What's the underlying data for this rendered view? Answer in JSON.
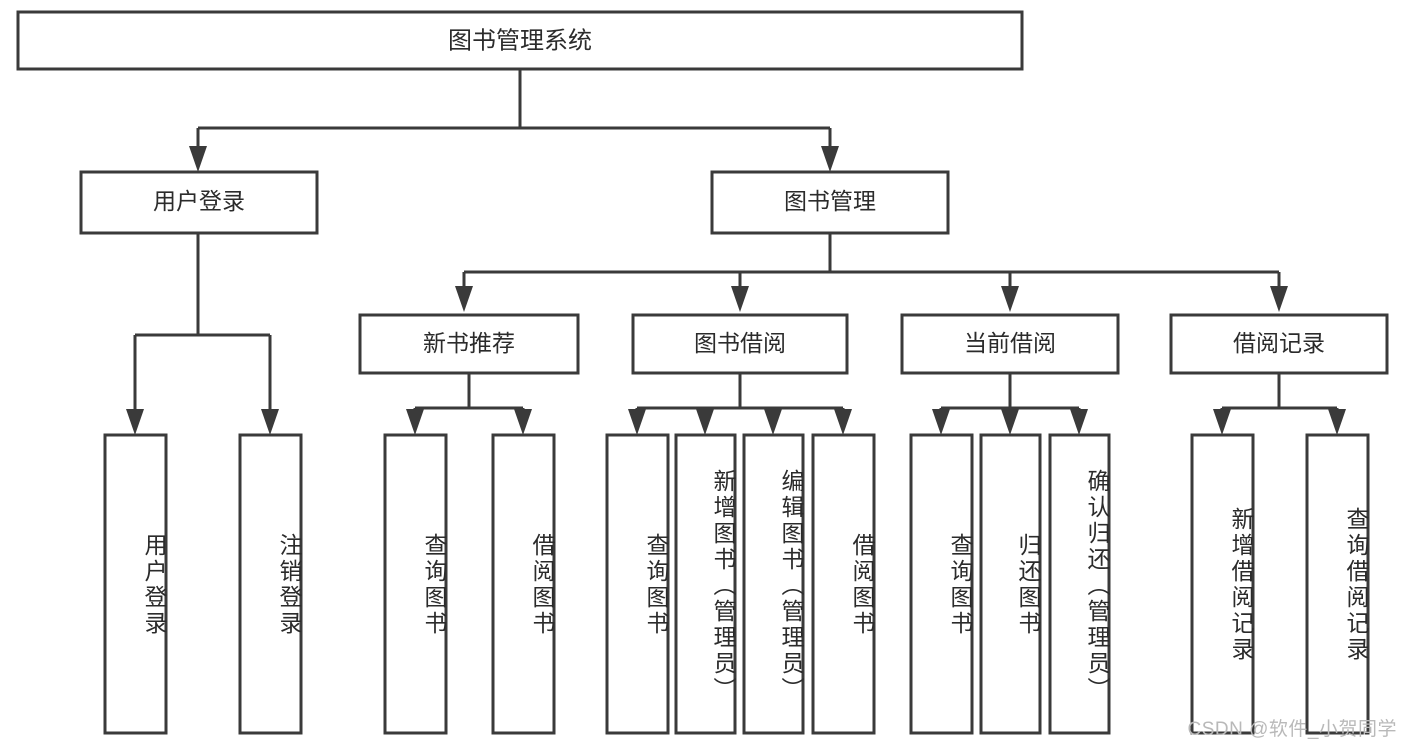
{
  "diagram": {
    "type": "tree-hierarchy",
    "title": "图书管理系统",
    "orientation": "top-down",
    "colors": {
      "box_stroke": "#3a3a3a",
      "box_fill": "#ffffff",
      "text": "#2b2b2b",
      "background": "#ffffff",
      "watermark": "#b9b9b9"
    },
    "root": {
      "label": "图书管理系统"
    },
    "level2": [
      {
        "label": "用户登录"
      },
      {
        "label": "图书管理"
      }
    ],
    "level3": [
      {
        "label": "新书推荐"
      },
      {
        "label": "图书借阅"
      },
      {
        "label": "当前借阅"
      },
      {
        "label": "借阅记录"
      }
    ],
    "leaves": {
      "user_login": [
        {
          "label": "用户登录"
        },
        {
          "label": "注销登录"
        }
      ],
      "new_book_recommend": [
        {
          "label": "查询图书"
        },
        {
          "label": "借阅图书"
        }
      ],
      "book_borrow": [
        {
          "label": "查询图书"
        },
        {
          "label": "新增图书（管理员）"
        },
        {
          "label": "编辑图书（管理员）"
        },
        {
          "label": "借阅图书"
        }
      ],
      "current_borrow": [
        {
          "label": "查询图书"
        },
        {
          "label": "归还图书"
        },
        {
          "label": "确认归还（管理员）"
        }
      ],
      "borrow_record": [
        {
          "label": "新增借阅记录"
        },
        {
          "label": "查询借阅记录"
        }
      ]
    }
  },
  "watermark": {
    "text": "CSDN @软件_小贺同学"
  }
}
